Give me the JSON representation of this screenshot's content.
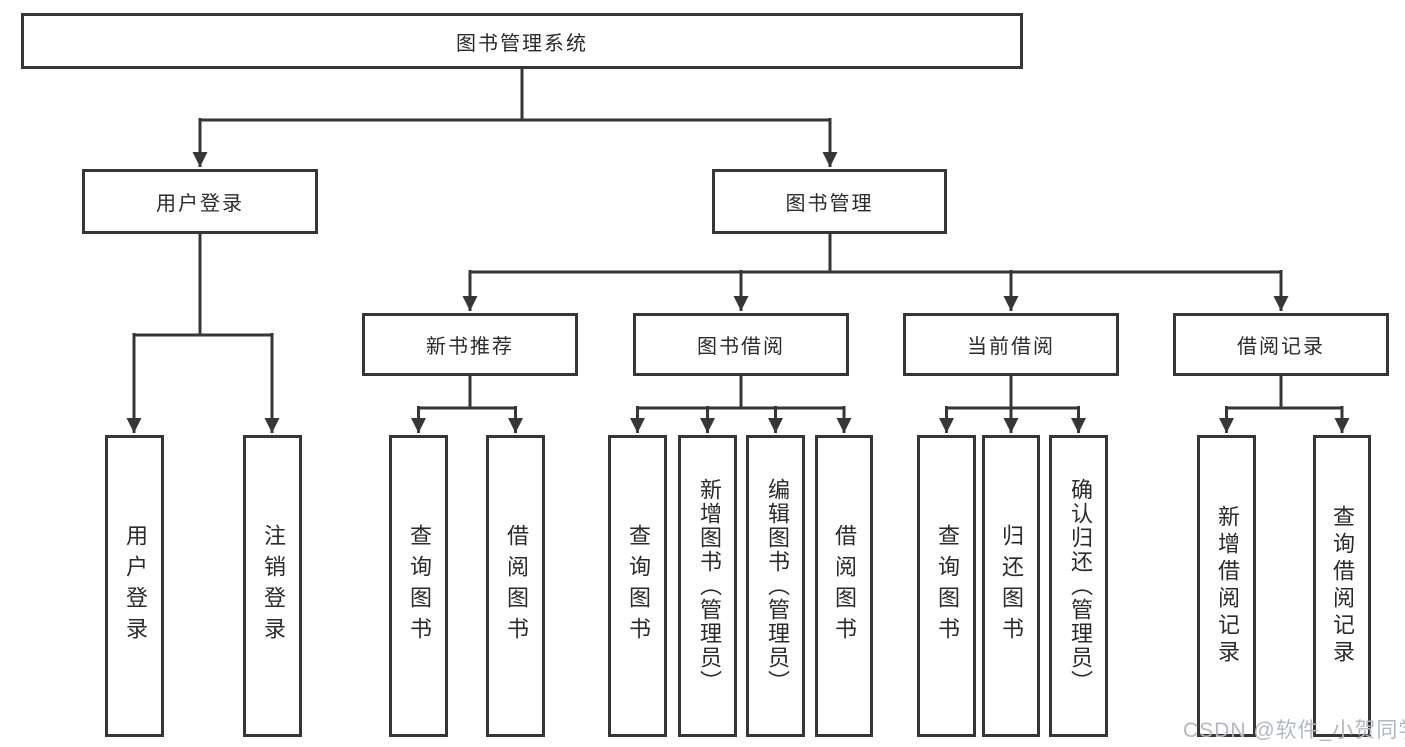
{
  "diagram": {
    "title": "图书管理系统",
    "level2": {
      "user_login": "用户登录",
      "book_mgmt": "图书管理"
    },
    "level3": {
      "new_books": "新书推荐",
      "borrowing": "图书借阅",
      "current": "当前借阅",
      "records": "借阅记录"
    },
    "leaves": {
      "login": "用户登录",
      "logout": "注销登录",
      "nb_query": "查询图书",
      "nb_borrow": "借阅图书",
      "bw_query": "查询图书",
      "bw_add": "新增图书（管理员）",
      "bw_edit": "编辑图书（管理员）",
      "bw_borrow": "借阅图书",
      "cu_query": "查询图书",
      "cu_return": "归还图书",
      "cu_confirm": "确认归还（管理员）",
      "re_add": "新增借阅记录",
      "re_query": "查询借阅记录"
    }
  },
  "watermark": "CSDN @软件_小贺同学",
  "colors": {
    "line": "#363636",
    "text": "#2b2b2b",
    "watermark_text": "#b3b8bf",
    "background": "#ffffff"
  }
}
